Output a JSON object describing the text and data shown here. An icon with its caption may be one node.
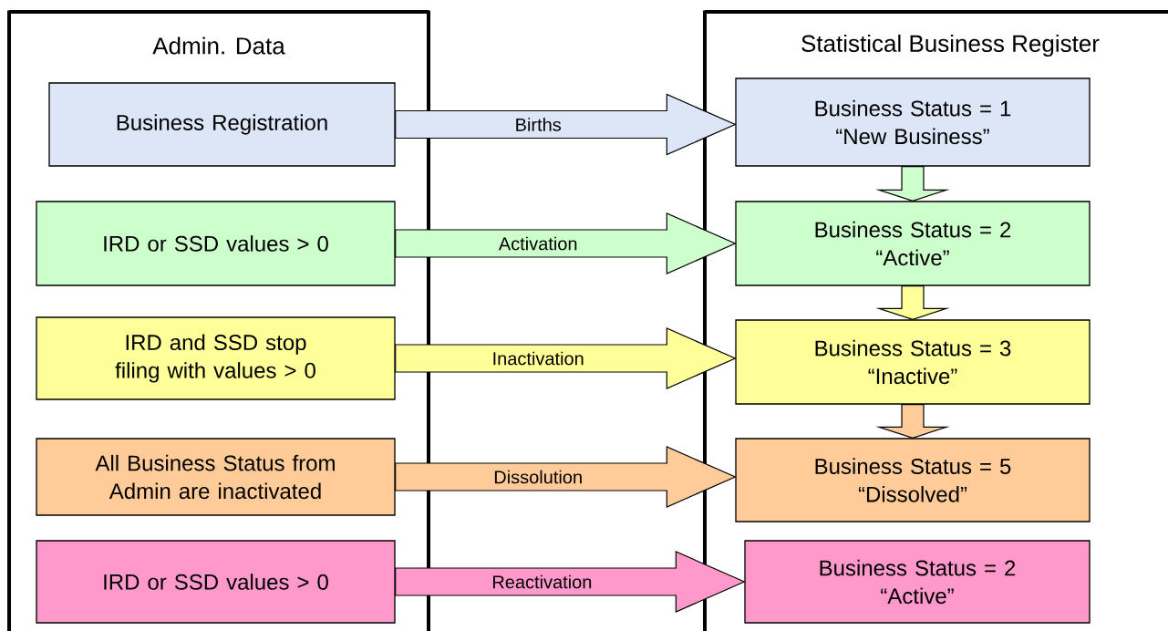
{
  "diagram": {
    "nodes": [
      {
        "text": [
          "Admin. Data"
        ]
      },
      {
        "text": [
          "Business Registration"
        ],
        "in": 0
      },
      {
        "text": [
          "IRD or SSD values > 0"
        ],
        "in": 0
      },
      {
        "text": [
          "IRD and SSD stop filing with values > 0"
        ],
        "in": 0
      },
      {
        "text": [
          "All Business Status from Admin are inactivated"
        ],
        "in": 0
      },
      {
        "text": [
          "IRD or SSD values > 0"
        ],
        "in": 0
      },
      {
        "text": [
          "Statistical Business Register"
        ]
      },
      {
        "text": [
          "Business Status = 1",
          "“New Business”"
        ],
        "in": 6
      },
      {
        "text": [
          "Business Status = 2",
          "“Active”"
        ],
        "in": 6
      },
      {
        "text": [
          "Business Status = 3",
          "“Inactive”"
        ],
        "in": 6
      },
      {
        "text": [
          "Business Status = 5",
          "“Dissolved”"
        ],
        "in": 6
      },
      {
        "text": [
          "Business Status = 2",
          "“Active”"
        ],
        "in": 6
      }
    ],
    "edges": [
      {
        "from": 1,
        "to": 7,
        "arrow": "to",
        "label": "Births",
        "color": "#dce6f6"
      },
      {
        "from": 2,
        "to": 8,
        "arrow": "to",
        "label": "Activation",
        "color": "#ccffcc"
      },
      {
        "from": 3,
        "to": 9,
        "arrow": "to",
        "label": "Inactivation",
        "color": "#ffff99"
      },
      {
        "from": 4,
        "to": 10,
        "arrow": "to",
        "label": "Dissolution",
        "color": "#ffcc99"
      },
      {
        "from": 5,
        "to": 11,
        "arrow": "to",
        "label": "Reactivation",
        "color": "#ff99cc"
      },
      {
        "from": 7,
        "to": 8,
        "arrow": "to",
        "color": "#ccffcc"
      },
      {
        "from": 8,
        "to": 9,
        "arrow": "to",
        "color": "#ffff99"
      },
      {
        "from": 9,
        "to": 10,
        "arrow": "to",
        "color": "#ffcc99"
      }
    ]
  }
}
